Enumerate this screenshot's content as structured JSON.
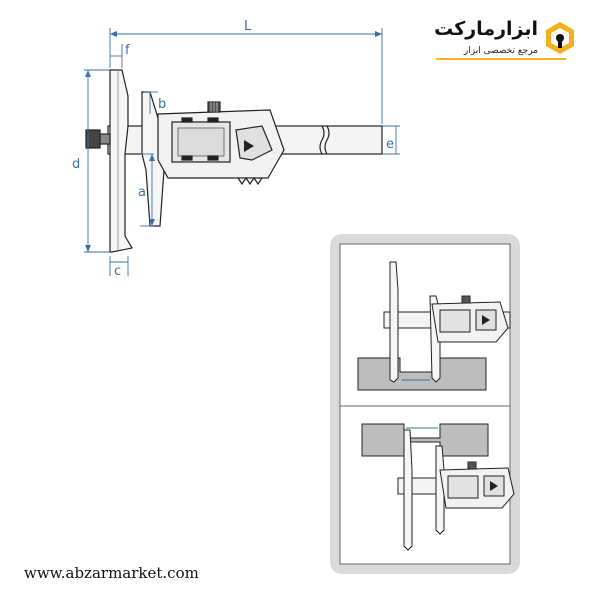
{
  "drawing": {
    "dimension_labels": {
      "L": "L",
      "f": "f",
      "b": "b",
      "d": "d",
      "a": "a",
      "e": "e",
      "c": "c"
    }
  },
  "brand": {
    "title": "ابزارمارکت",
    "subtitle": "مرجع تخصصی ابزار",
    "website": "www.abzarmarket.com",
    "accent_color": "#f3b21c",
    "dimension_color": "#3a6fa8"
  },
  "inset": {
    "panels": [
      "inside-measurement-top",
      "outside-measurement-bottom"
    ]
  }
}
